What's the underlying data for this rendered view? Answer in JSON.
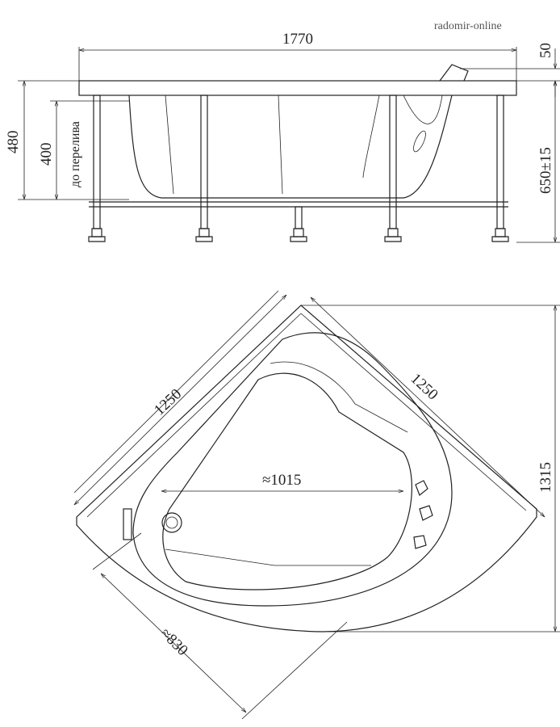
{
  "watermark": "radomir-online",
  "side_view": {
    "width_label": "1770",
    "rim_label": "50",
    "height_label": "480",
    "overflow_label": "400",
    "overflow_note": "до перелива",
    "leg_height_label": "650±15"
  },
  "top_view": {
    "left_side_label": "1250",
    "right_side_label": "1250",
    "inner_length_label": "≈1015",
    "depth_label": "1315",
    "inner_width_label": "≈830"
  }
}
